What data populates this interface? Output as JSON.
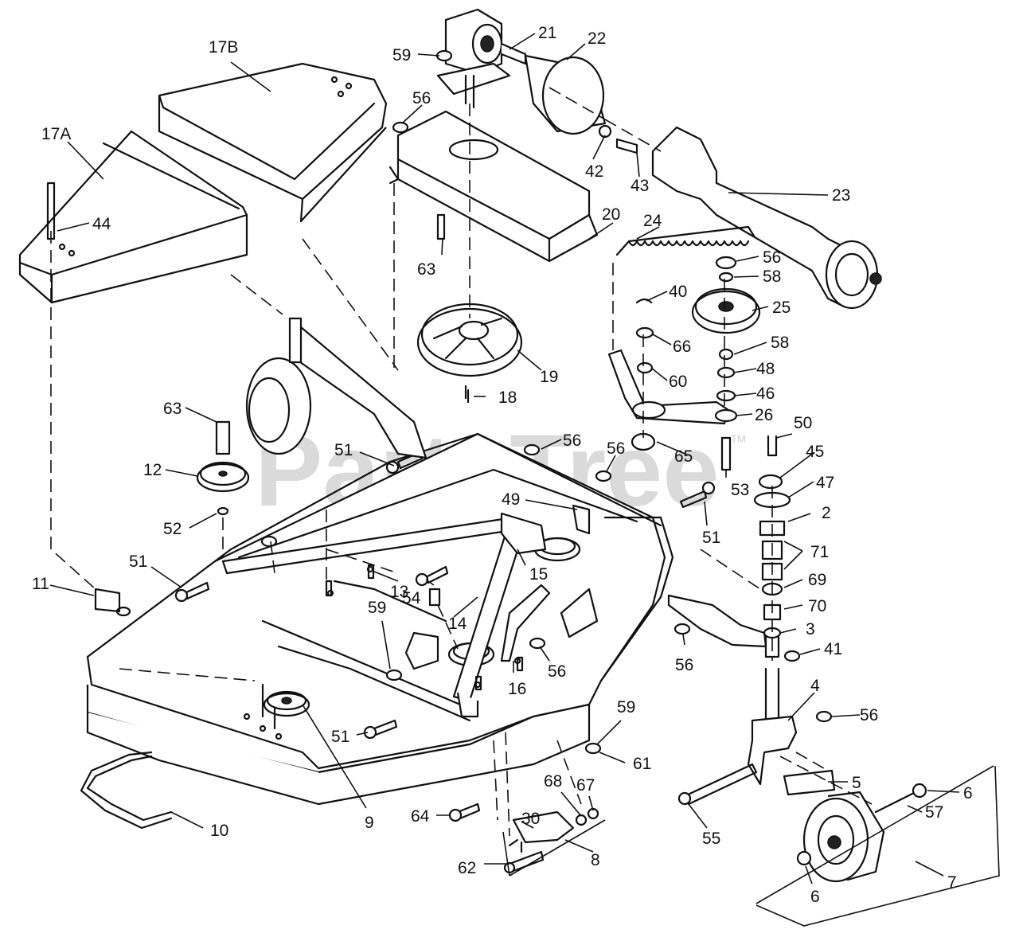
{
  "watermark": {
    "text": "PartsTree",
    "trademark": "TM"
  },
  "callouts": [
    "17B",
    "17A",
    "44",
    "59",
    "21",
    "22",
    "56",
    "42",
    "43",
    "23",
    "20",
    "63",
    "24",
    "56",
    "58",
    "40",
    "25",
    "66",
    "58",
    "60",
    "48",
    "46",
    "19",
    "18",
    "26",
    "63",
    "12",
    "52",
    "51",
    "56",
    "56",
    "65",
    "50",
    "45",
    "53",
    "49",
    "47",
    "51",
    "2",
    "71",
    "69",
    "70",
    "3",
    "41",
    "56",
    "11",
    "51",
    "13",
    "15",
    "54",
    "14",
    "59",
    "16",
    "56",
    "59",
    "51",
    "61",
    "9",
    "10",
    "64",
    "30",
    "68",
    "67",
    "62",
    "8",
    "4",
    "56",
    "5",
    "6",
    "57",
    "55",
    "6",
    "7"
  ]
}
